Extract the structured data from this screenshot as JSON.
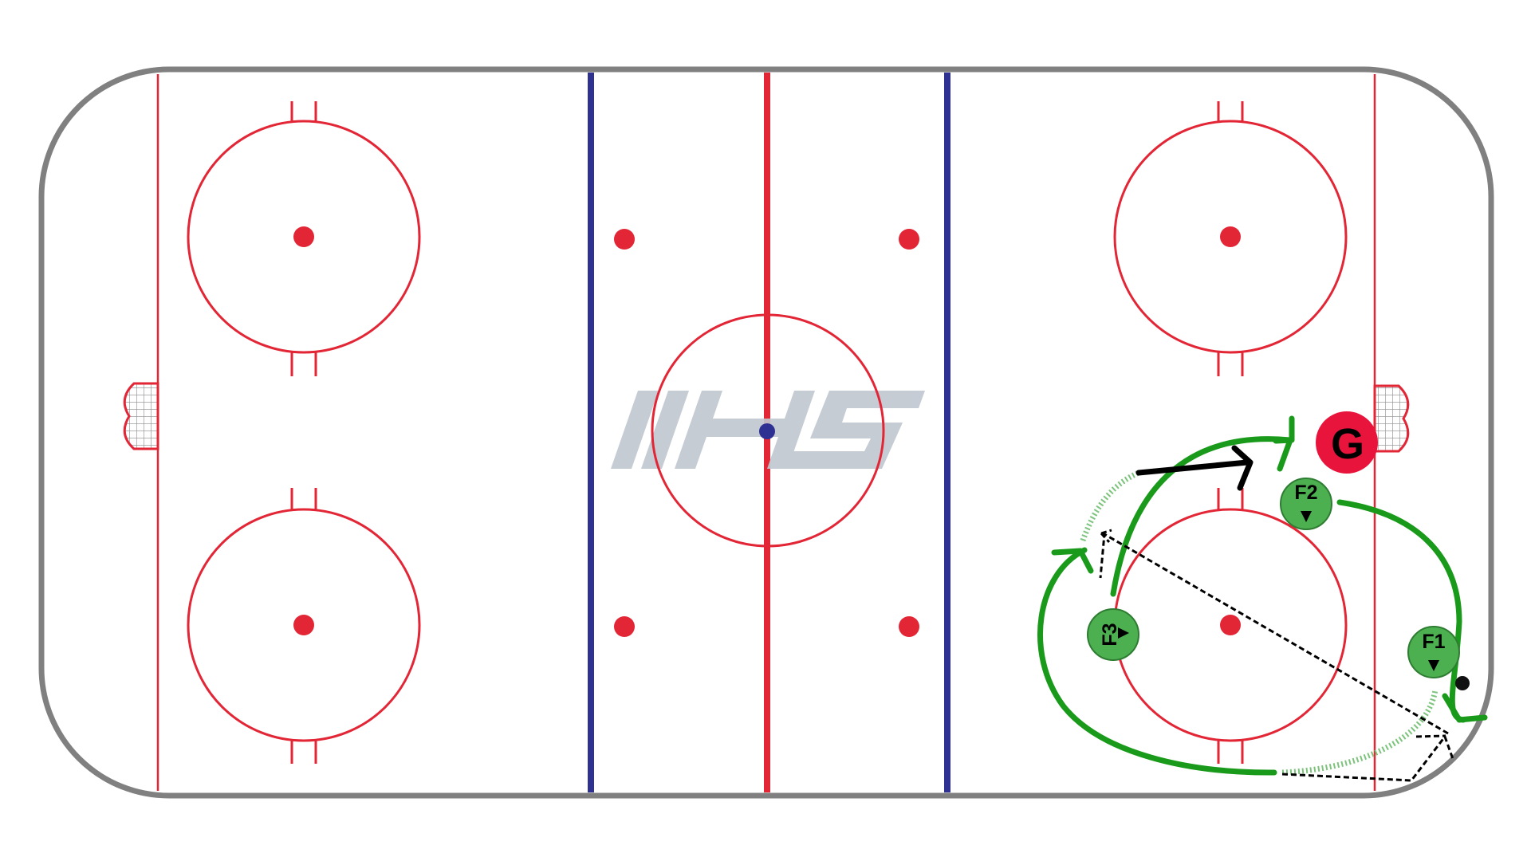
{
  "diagram": {
    "colors": {
      "boards": "#808080",
      "red_line": "#e32636",
      "blue_line": "#2e3192",
      "skater_fill": "#4caf50",
      "skater_stroke": "#2e7d32",
      "goalie_fill": "#e8143c",
      "skate_path": "#1a9a1a",
      "pass_line": "#000000",
      "logo": "#c0c7d0"
    },
    "logo": {
      "text": "IHS"
    },
    "players": [
      {
        "id": "F1",
        "label": "F1",
        "role": "forward",
        "facing": "down"
      },
      {
        "id": "F2",
        "label": "F2",
        "role": "forward",
        "facing": "down"
      },
      {
        "id": "F3",
        "label": "F3",
        "role": "forward",
        "facing": "right"
      }
    ],
    "goalie": {
      "label": "G"
    },
    "icons": [
      "puck-icon",
      "goal-net-icon",
      "arrow-head-icon"
    ]
  }
}
